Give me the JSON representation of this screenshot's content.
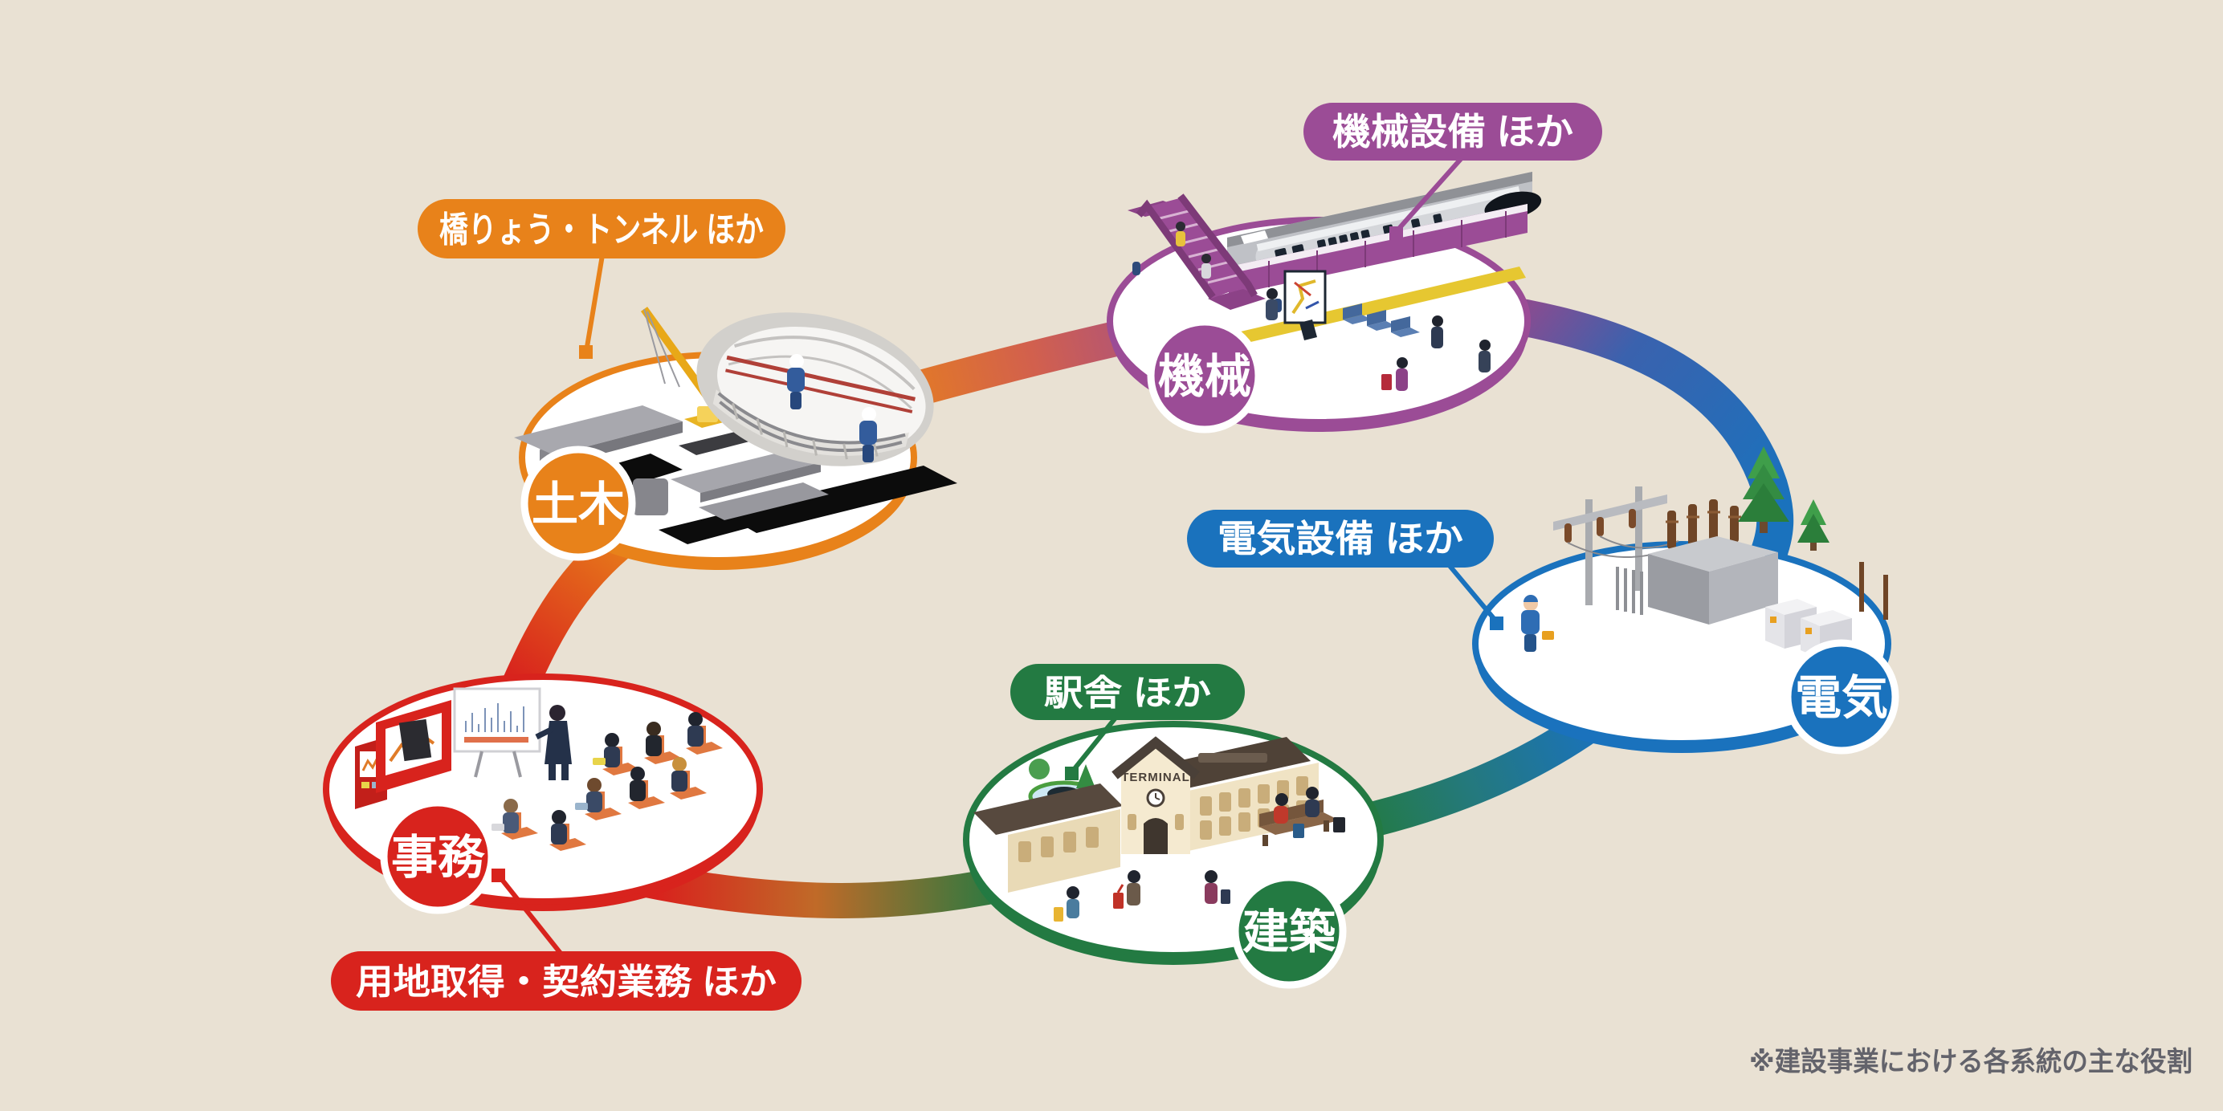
{
  "diagram": {
    "note": "※建設事業における各系統の主な役割",
    "background_color": "#e9e1d3",
    "station_sign": "TERMINAL",
    "nodes": [
      {
        "id": "doboku",
        "badge": "土木",
        "callout": "橋りょう・トンネル ほか",
        "color": "#e8821a"
      },
      {
        "id": "kikai",
        "badge": "機械",
        "callout": "機械設備 ほか",
        "color": "#9b4c96"
      },
      {
        "id": "denki",
        "badge": "電気",
        "callout": "電気設備 ほか",
        "color": "#1a72bd"
      },
      {
        "id": "kenchiku",
        "badge": "建築",
        "callout": "駅舎 ほか",
        "color": "#237a42"
      },
      {
        "id": "jimu",
        "badge": "事務",
        "callout": "用地取得・契約業務 ほか",
        "color": "#d8231d"
      }
    ]
  }
}
